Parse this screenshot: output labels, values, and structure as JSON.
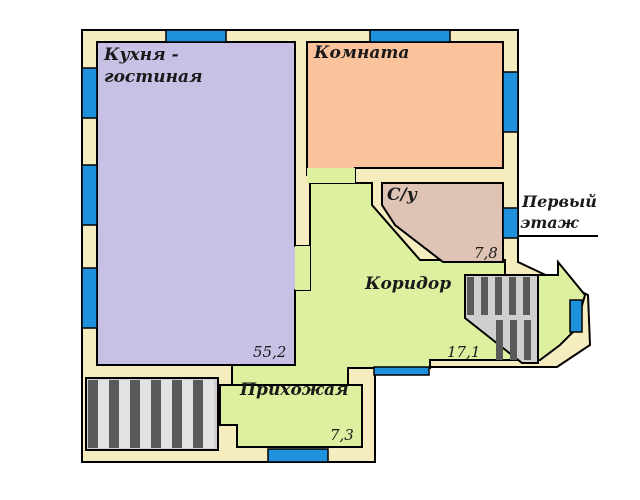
{
  "plan": {
    "floor_label": {
      "line1": "Первый",
      "line2": "этаж"
    },
    "rooms": {
      "kitchen": {
        "name_line1": "Кухня -",
        "name_line2": "гостиная",
        "area": "55,2"
      },
      "room": {
        "name": "Комната"
      },
      "wc": {
        "name": "С/у",
        "area": "7,8"
      },
      "corridor": {
        "name": "Коридор",
        "area": "17,1"
      },
      "hallway": {
        "name": "Прихожая",
        "area": "7,3"
      }
    },
    "colors": {
      "wall": "#f5edc0",
      "outline": "#000000",
      "window": "#1e90dc",
      "kitchen": "#c9c0e6",
      "room": "#fbc39c",
      "wc": "#dfc4b6",
      "corridor": "#ddf0a0",
      "stairs": "#cfcfcf"
    }
  }
}
